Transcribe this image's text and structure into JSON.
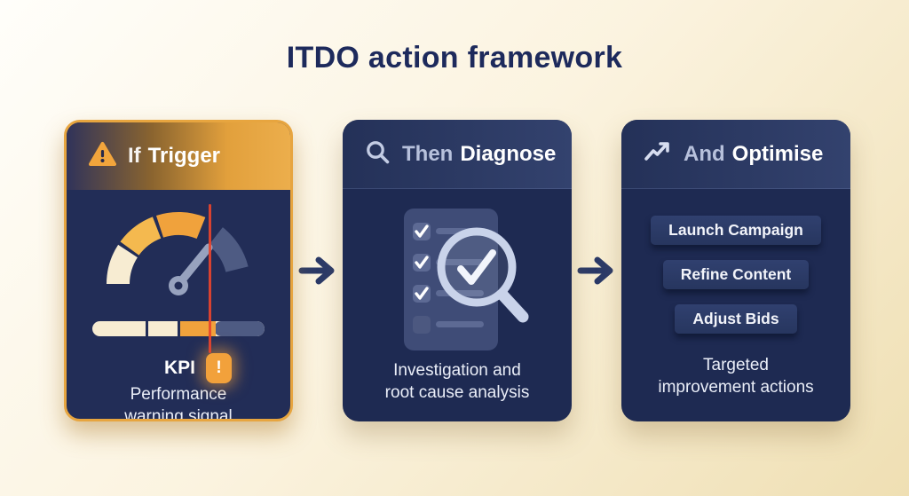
{
  "title": "ITDO action framework",
  "colors": {
    "background_top": "#FFFEFA",
    "background_bottom": "#EFDFB3",
    "card_navy": "#1E2A52",
    "accent_orange": "#E8A33D",
    "alert_red": "#E8442C",
    "text_light": "#EAEEF8",
    "muted_keyword": "#B7C1DC"
  },
  "cards": [
    {
      "keyword": "If",
      "label": "Trigger",
      "icon": "warning-triangle-icon",
      "illustration": "speedometer-gauge-with-alert",
      "kpi": {
        "label": "KPI",
        "badge": "!"
      },
      "caption": [
        "Performance",
        "warning signal"
      ]
    },
    {
      "keyword": "Then",
      "label": "Diagnose",
      "icon": "magnifier-icon",
      "illustration": "checklist-with-magnifier",
      "caption": [
        "Investigation and",
        "root cause analysis"
      ]
    },
    {
      "keyword": "And",
      "label": "Optimise",
      "icon": "trend-up-icon",
      "actions": [
        "Launch Campaign",
        "Refine Content",
        "Adjust Bids"
      ],
      "caption": [
        "Targeted",
        "improvement actions"
      ]
    }
  ]
}
